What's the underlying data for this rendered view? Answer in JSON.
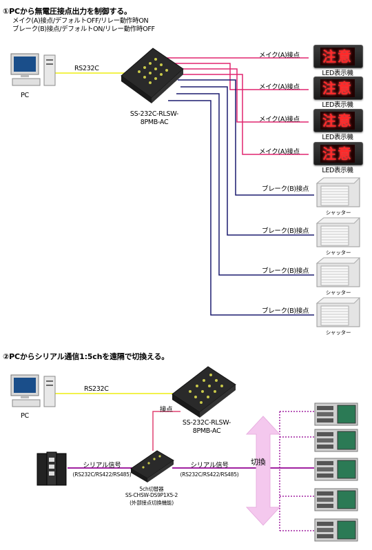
{
  "section1": {
    "title": "①PCから無電圧接点出力を制御する。",
    "line1": "メイク(A)接点/デフォルトOFF/リレー動作時ON",
    "line2": "ブレーク(B)接点/デフォルトON/リレー動作時OFF",
    "pc_label": "PC",
    "rs232c_label": "RS232C",
    "device_name_line1": "SS-232C-RLSW-",
    "device_name_line2": "8PMB-AC",
    "make_label": "メイク(A)接点",
    "break_label": "ブレーク(B)接点",
    "led_text": "注意",
    "led_caption": "LED表示機",
    "shutter_caption": "シャッター"
  },
  "section2": {
    "title": "②PCからシリアル通信1:5chを遠隔で切換える。",
    "pc_label": "PC",
    "rs232c_label": "RS232C",
    "contact_label": "接点",
    "device_name_line1": "SS-232C-RLSW-",
    "device_name_line2": "8PMB-AC",
    "serial_label": "シリアル信号",
    "serial_sub": "(RS232C/RS422/RS485)",
    "switch_label": "切換",
    "switcher_line1": "5ch切替器",
    "switcher_line2": "SS-CHSW-DS9P1X5-2",
    "switcher_line3": "(外部接点切換機能)"
  },
  "colors": {
    "make_line": "#e0246e",
    "break_line": "#1a1a6e",
    "rs232c_line": "#f2f24a",
    "serial_line": "#a020a0",
    "contact_line": "#e04070",
    "arrow": "#f4c8ee"
  }
}
